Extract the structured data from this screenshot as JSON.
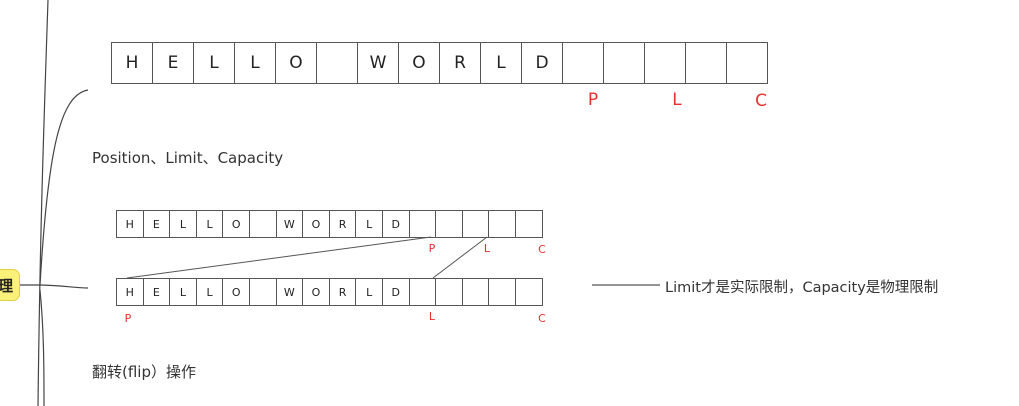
{
  "root": {
    "label": "理"
  },
  "caption_top": "Position、Limit、Capacity",
  "caption_bottom": "翻转(flip）操作",
  "side_note": "Limit才是实际限制，Capacity是物理限制",
  "buffer_top": {
    "cells": [
      "H",
      "E",
      "L",
      "L",
      "O",
      "",
      "W",
      "O",
      "R",
      "L",
      "D",
      "",
      "",
      "",
      "",
      ""
    ],
    "markers": {
      "position": "P",
      "limit": "L",
      "capacity": "C"
    }
  },
  "buffer_before_flip": {
    "cells": [
      "H",
      "E",
      "L",
      "L",
      "O",
      "",
      "W",
      "O",
      "R",
      "L",
      "D",
      "",
      "",
      "",
      "",
      ""
    ],
    "markers": {
      "position": "P",
      "limit": "L",
      "capacity": "C"
    }
  },
  "buffer_after_flip": {
    "cells": [
      "H",
      "E",
      "L",
      "L",
      "O",
      "",
      "W",
      "O",
      "R",
      "L",
      "D",
      "",
      "",
      "",
      "",
      ""
    ],
    "markers": {
      "position": "P",
      "limit": "L",
      "capacity": "C"
    }
  },
  "colors": {
    "marker": "#e8312f",
    "cell_border": "#555555",
    "root_fill": "#fbf07a"
  }
}
